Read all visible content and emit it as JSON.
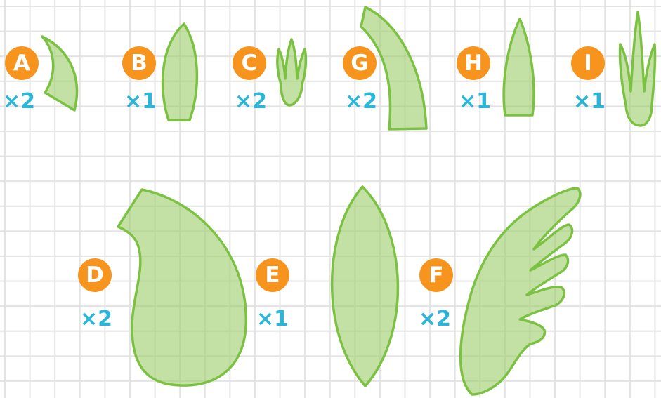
{
  "colors": {
    "badge": "#f7941e",
    "count": "#29b6d9",
    "shape_fill": "#a0ce6e",
    "shape_stroke": "#7cc242",
    "grid": "#e3e3e3"
  },
  "pieces": {
    "A": {
      "letter": "A",
      "count": "×2"
    },
    "B": {
      "letter": "B",
      "count": "×1"
    },
    "C": {
      "letter": "C",
      "count": "×2"
    },
    "G": {
      "letter": "G",
      "count": "×2"
    },
    "H": {
      "letter": "H",
      "count": "×1"
    },
    "I": {
      "letter": "I",
      "count": "×1"
    },
    "D": {
      "letter": "D",
      "count": "×2"
    },
    "E": {
      "letter": "E",
      "count": "×1"
    },
    "F": {
      "letter": "F",
      "count": "×2"
    }
  }
}
